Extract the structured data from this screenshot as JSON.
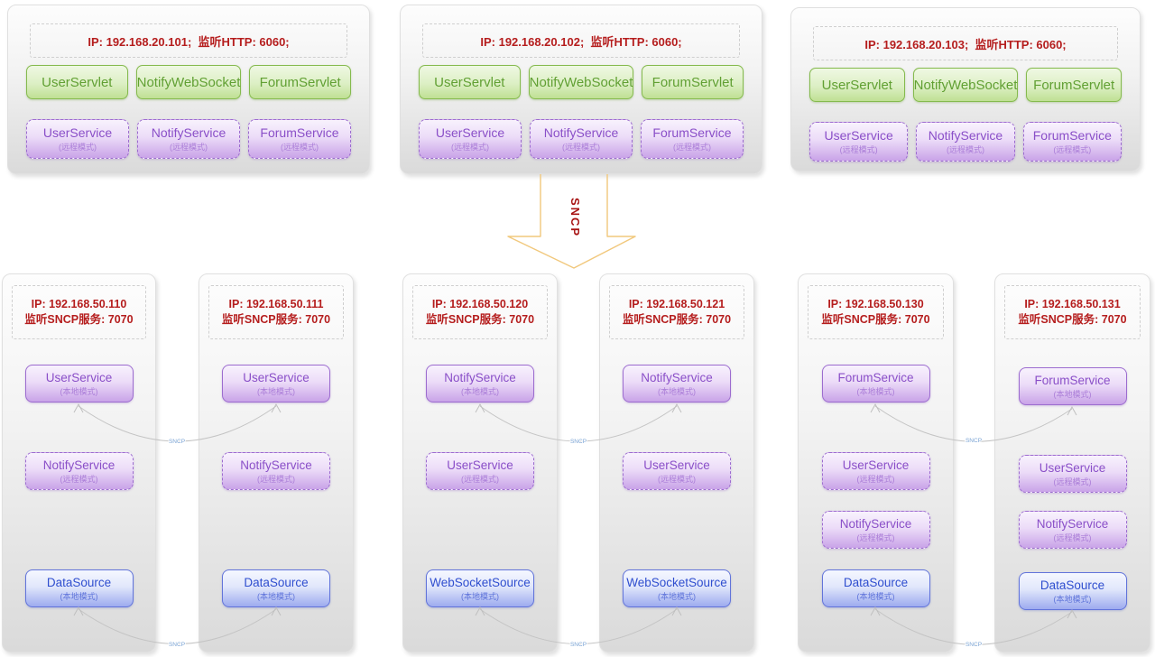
{
  "arrow": {
    "label": "SNCP"
  },
  "arc_label": "SNCP",
  "colors": {
    "header_red": "#b51d1d",
    "servlet_green": "#61a033",
    "service_purple": "#8a4fc8",
    "source_blue": "#2f4ecf",
    "arrow_outline": "#f1c87c",
    "arc_gray": "#c4c4c4",
    "arc_label_blue": "#7aa3d4"
  },
  "top_servers": [
    {
      "header": "IP: 192.168.20.101;  监听HTTP: 6060;",
      "servlets": [
        "UserServlet",
        "NotifyWebSocket",
        "ForumServlet"
      ],
      "services": [
        {
          "name": "UserService",
          "mode": "(远程模式)"
        },
        {
          "name": "NotifyService",
          "mode": "(远程模式)"
        },
        {
          "name": "ForumService",
          "mode": "(远程模式)"
        }
      ]
    },
    {
      "header": "IP: 192.168.20.102;  监听HTTP: 6060;",
      "servlets": [
        "UserServlet",
        "NotifyWebSocket",
        "ForumServlet"
      ],
      "services": [
        {
          "name": "UserService",
          "mode": "(远程模式)"
        },
        {
          "name": "NotifyService",
          "mode": "(远程模式)"
        },
        {
          "name": "ForumService",
          "mode": "(远程模式)"
        }
      ]
    },
    {
      "header": "IP: 192.168.20.103;  监听HTTP: 6060;",
      "servlets": [
        "UserServlet",
        "NotifyWebSocket",
        "ForumServlet"
      ],
      "services": [
        {
          "name": "UserService",
          "mode": "(远程模式)"
        },
        {
          "name": "NotifyService",
          "mode": "(远程模式)"
        },
        {
          "name": "ForumService",
          "mode": "(远程模式)"
        }
      ]
    }
  ],
  "bottom_servers": [
    {
      "ip": "IP: 192.168.50.110",
      "listen": "监听SNCP服务: 7070",
      "services": [
        {
          "name": "UserService",
          "mode": "(本地模式)"
        },
        {
          "name": "NotifyService",
          "mode": "(远程模式)"
        },
        {
          "name": "DataSource",
          "mode": "(本地模式)"
        }
      ]
    },
    {
      "ip": "IP: 192.168.50.111",
      "listen": "监听SNCP服务: 7070",
      "services": [
        {
          "name": "UserService",
          "mode": "(本地模式)"
        },
        {
          "name": "NotifyService",
          "mode": "(远程模式)"
        },
        {
          "name": "DataSource",
          "mode": "(本地模式)"
        }
      ]
    },
    {
      "ip": "IP: 192.168.50.120",
      "listen": "监听SNCP服务: 7070",
      "services": [
        {
          "name": "NotifyService",
          "mode": "(本地模式)"
        },
        {
          "name": "UserService",
          "mode": "(远程模式)"
        },
        {
          "name": "WebSocketSource",
          "mode": "(本地模式)"
        }
      ]
    },
    {
      "ip": "IP: 192.168.50.121",
      "listen": "监听SNCP服务: 7070",
      "services": [
        {
          "name": "NotifyService",
          "mode": "(本地模式)"
        },
        {
          "name": "UserService",
          "mode": "(远程模式)"
        },
        {
          "name": "WebSocketSource",
          "mode": "(本地模式)"
        }
      ]
    },
    {
      "ip": "IP: 192.168.50.130",
      "listen": "监听SNCP服务: 7070",
      "services": [
        {
          "name": "ForumService",
          "mode": "(本地模式)"
        },
        {
          "name": "UserService",
          "mode": "(远程模式)"
        },
        {
          "name": "NotifyService",
          "mode": "(远程模式)"
        },
        {
          "name": "DataSource",
          "mode": "(本地模式)"
        }
      ]
    },
    {
      "ip": "IP: 192.168.50.131",
      "listen": "监听SNCP服务: 7070",
      "services": [
        {
          "name": "ForumService",
          "mode": "(本地模式)"
        },
        {
          "name": "UserService",
          "mode": "(远程模式)"
        },
        {
          "name": "NotifyService",
          "mode": "(远程模式)"
        },
        {
          "name": "DataSource",
          "mode": "(本地模式)"
        }
      ]
    }
  ]
}
